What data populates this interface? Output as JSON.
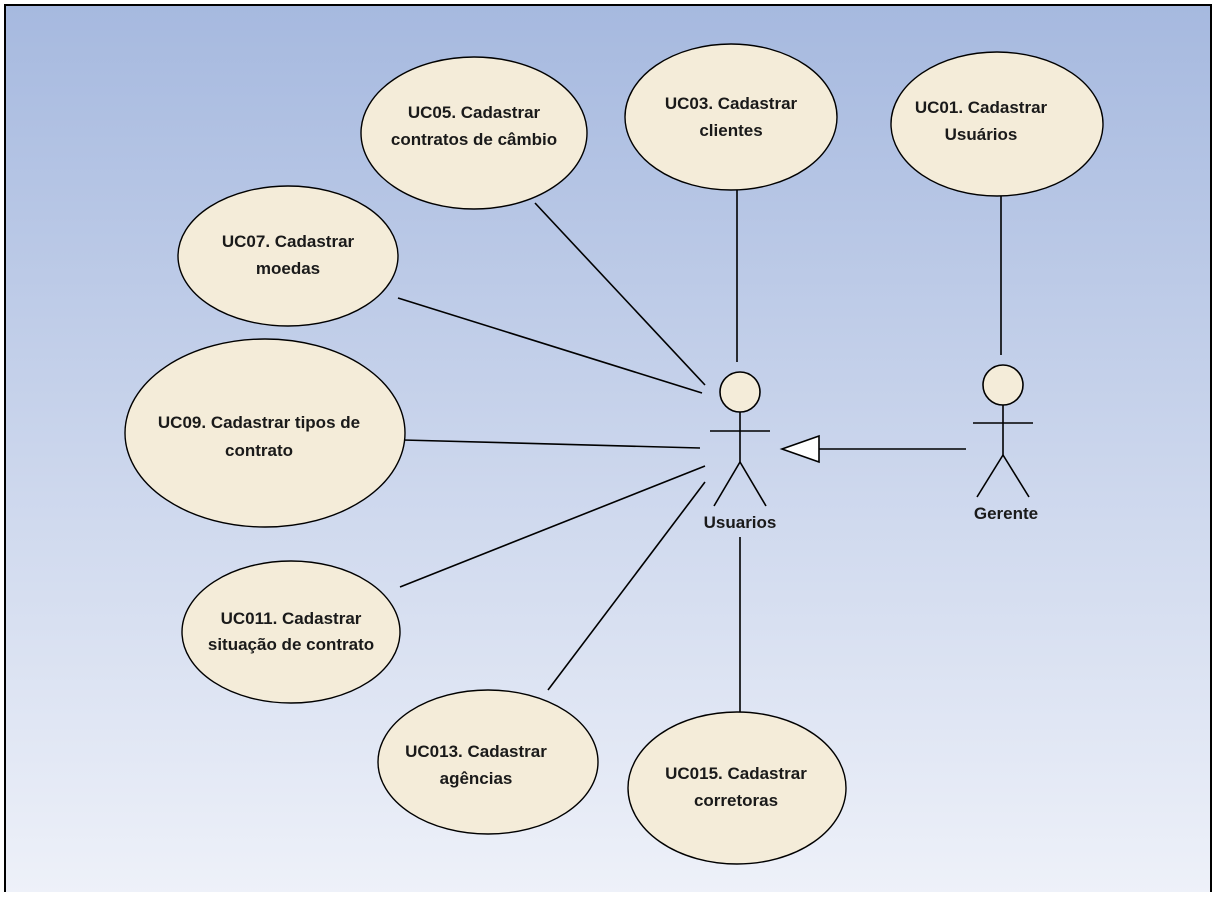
{
  "diagram": {
    "colors": {
      "background_top": "#a6b9df",
      "background_bottom": "#eef1f9",
      "usecase_fill": "#f4ecd9",
      "line": "#000000",
      "frame": "#000000"
    },
    "actors": [
      {
        "id": "usuarios",
        "label": "Usuarios"
      },
      {
        "id": "gerente",
        "label": "Gerente"
      }
    ],
    "use_cases": [
      {
        "id": "uc05",
        "lines": [
          "UC05. Cadastrar",
          "contratos de câmbio"
        ],
        "actor": "usuarios"
      },
      {
        "id": "uc03",
        "lines": [
          "UC03. Cadastrar",
          "clientes"
        ],
        "actor": "usuarios"
      },
      {
        "id": "uc01",
        "lines": [
          "UC01. Cadastrar",
          "Usuários"
        ],
        "actor": "gerente"
      },
      {
        "id": "uc07",
        "lines": [
          "UC07. Cadastrar",
          "moedas"
        ],
        "actor": "usuarios"
      },
      {
        "id": "uc09",
        "lines": [
          "UC09. Cadastrar tipos de",
          "contrato"
        ],
        "actor": "usuarios"
      },
      {
        "id": "uc011",
        "lines": [
          "UC011. Cadastrar",
          "situação de contrato"
        ],
        "actor": "usuarios"
      },
      {
        "id": "uc013",
        "lines": [
          "UC013. Cadastrar",
          "agências"
        ],
        "actor": "usuarios"
      },
      {
        "id": "uc015",
        "lines": [
          "UC015. Cadastrar",
          "corretoras"
        ],
        "actor": "usuarios"
      }
    ],
    "generalization": {
      "child": "gerente",
      "parent": "usuarios"
    }
  }
}
